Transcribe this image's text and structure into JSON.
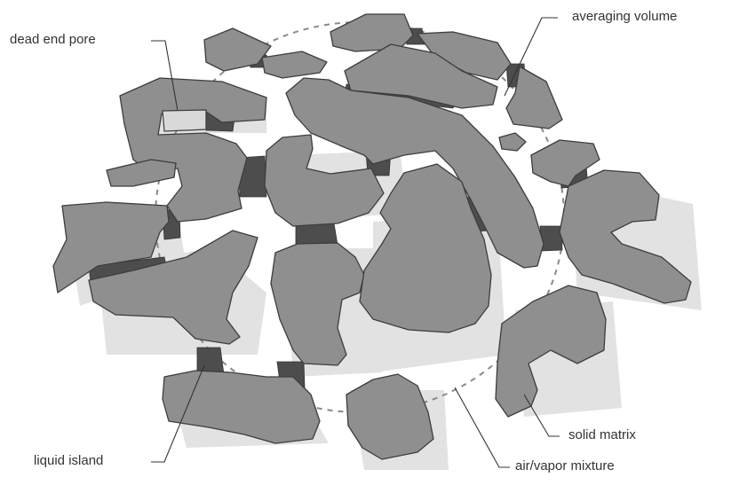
{
  "labels": {
    "dead_end_pore": "dead end pore",
    "averaging_volume": "averaging volume",
    "liquid_island": "liquid island",
    "solid_matrix": "solid matrix",
    "air_vapor_mixture": "air/vapor mixture"
  },
  "colors": {
    "solid_matrix": "#8f8f8f",
    "liquid": "#4d4d4d",
    "shadow": "#e2e2e2",
    "outline": "#3d3d3d"
  }
}
